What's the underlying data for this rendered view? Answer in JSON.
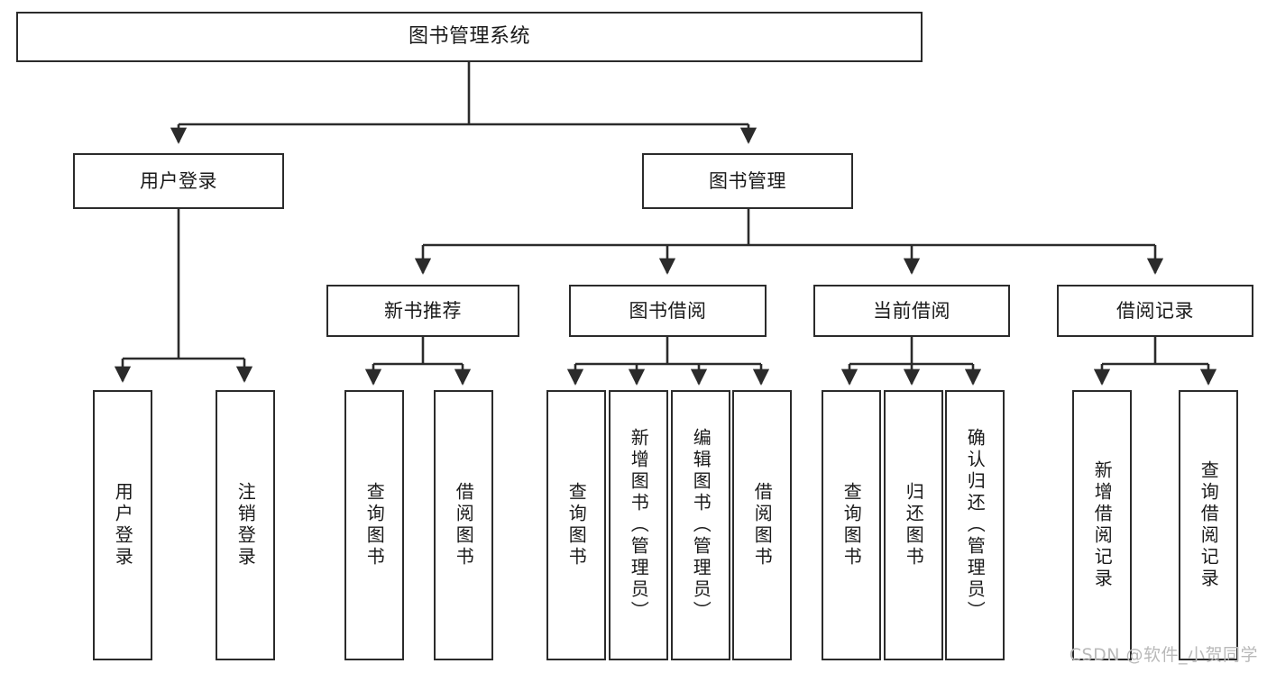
{
  "diagram": {
    "type": "tree-hierarchy",
    "title": "图书管理系统",
    "watermark": "CSDN @软件_小贺同学",
    "colors": {
      "stroke": "#2b2b2b",
      "fill": "#ffffff",
      "text": "#1a1a1a",
      "watermark": "#b9b9b9"
    },
    "nodes": {
      "root": {
        "label": "图书管理系统",
        "level": 1
      },
      "user_login": {
        "label": "用户登录",
        "level": 2
      },
      "book_manage": {
        "label": "图书管理",
        "level": 2
      },
      "new_book_rec": {
        "label": "新书推荐",
        "level": 3
      },
      "book_borrow": {
        "label": "图书借阅",
        "level": 3
      },
      "current_borrow": {
        "label": "当前借阅",
        "level": 3
      },
      "borrow_record": {
        "label": "借阅记录",
        "level": 3
      },
      "leaf_user_login": {
        "label": "用户登录",
        "level": 4
      },
      "leaf_logout": {
        "label": "注销登录",
        "level": 4
      },
      "leaf_query_book_1": {
        "label": "查询图书",
        "level": 4
      },
      "leaf_borrow_book_1": {
        "label": "借阅图书",
        "level": 4
      },
      "leaf_query_book_2": {
        "label": "查询图书",
        "level": 4
      },
      "leaf_add_book": {
        "label": "新增图书（管理员）",
        "level": 4
      },
      "leaf_edit_book": {
        "label": "编辑图书（管理员）",
        "level": 4
      },
      "leaf_borrow_book_2": {
        "label": "借阅图书",
        "level": 4
      },
      "leaf_query_book_3": {
        "label": "查询图书",
        "level": 4
      },
      "leaf_return_book": {
        "label": "归还图书",
        "level": 4
      },
      "leaf_confirm_return": {
        "label": "确认归还（管理员）",
        "level": 4
      },
      "leaf_add_record": {
        "label": "新增借阅记录",
        "level": 4
      },
      "leaf_query_record": {
        "label": "查询借阅记录",
        "level": 4
      }
    },
    "edges": [
      {
        "from": "root",
        "to": "user_login"
      },
      {
        "from": "root",
        "to": "book_manage"
      },
      {
        "from": "user_login",
        "to": "leaf_user_login"
      },
      {
        "from": "user_login",
        "to": "leaf_logout"
      },
      {
        "from": "book_manage",
        "to": "new_book_rec"
      },
      {
        "from": "book_manage",
        "to": "book_borrow"
      },
      {
        "from": "book_manage",
        "to": "current_borrow"
      },
      {
        "from": "book_manage",
        "to": "borrow_record"
      },
      {
        "from": "new_book_rec",
        "to": "leaf_query_book_1"
      },
      {
        "from": "new_book_rec",
        "to": "leaf_borrow_book_1"
      },
      {
        "from": "book_borrow",
        "to": "leaf_query_book_2"
      },
      {
        "from": "book_borrow",
        "to": "leaf_add_book"
      },
      {
        "from": "book_borrow",
        "to": "leaf_edit_book"
      },
      {
        "from": "book_borrow",
        "to": "leaf_borrow_book_2"
      },
      {
        "from": "current_borrow",
        "to": "leaf_query_book_3"
      },
      {
        "from": "current_borrow",
        "to": "leaf_return_book"
      },
      {
        "from": "current_borrow",
        "to": "leaf_confirm_return"
      },
      {
        "from": "borrow_record",
        "to": "leaf_add_record"
      },
      {
        "from": "borrow_record",
        "to": "leaf_query_record"
      }
    ]
  }
}
